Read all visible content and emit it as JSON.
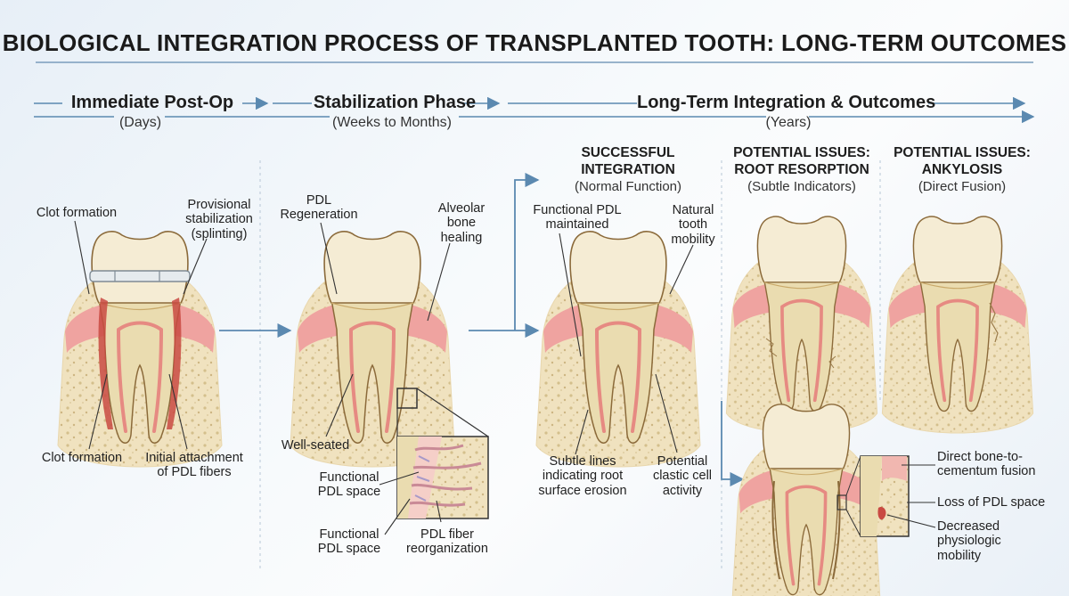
{
  "title": "BIOLOGICAL INTEGRATION PROCESS OF TRANSPLANTED TOOTH: LONG-TERM OUTCOMES",
  "phases": [
    {
      "name": "Immediate Post-Op",
      "duration": "(Days)"
    },
    {
      "name": "Stabilization Phase",
      "duration": "(Weeks to Months)"
    },
    {
      "name": "Long-Term Integration & Outcomes",
      "duration": "(Years)"
    }
  ],
  "outcomes": [
    {
      "heading": [
        "SUCCESSFUL",
        "INTEGRATION"
      ],
      "sub": "(Normal Function)"
    },
    {
      "heading": [
        "POTENTIAL ISSUES:",
        "ROOT RESORPTION"
      ],
      "sub": "(Subtle Indicators)"
    },
    {
      "heading": [
        "POTENTIAL ISSUES:",
        "ANKYLOSIS"
      ],
      "sub": "(Direct Fusion)"
    }
  ],
  "labels": {
    "clot_top": "Clot formation",
    "splint": [
      "Provisional",
      "stabilization",
      "(splinting)"
    ],
    "clot_bottom": "Clot formation",
    "initial_attach": [
      "Initial attachment",
      "of PDL fibers"
    ],
    "pdl_regen": [
      "PDL",
      "Regeneration"
    ],
    "alveolar": [
      "Alveolar",
      "bone",
      "healing"
    ],
    "well_seated": "Well-seated",
    "functional_pdl_1": [
      "Functional",
      "PDL space"
    ],
    "functional_pdl_2": [
      "Functional",
      "PDL space"
    ],
    "fiber_reorg": [
      "PDL fiber",
      "reorganization"
    ],
    "func_pdl_maint": [
      "Functional PDL",
      "maintained"
    ],
    "natural_mobility": [
      "Natural",
      "tooth",
      "mobility"
    ],
    "subtle_lines": [
      "Subtle lines",
      "indicating root",
      "surface erosion"
    ],
    "clastic": [
      "Potential",
      "clastic cell",
      "activity"
    ],
    "direct_fusion": [
      "Direct bone-to-",
      "cementum fusion"
    ],
    "loss_pdl": "Loss of PDL space",
    "decreased_mob": [
      "Decreased",
      "physiologic",
      "mobility"
    ]
  },
  "colors": {
    "enamel": "#f5ecd4",
    "dentin": "#eadcb0",
    "pulp": "#f2a8a0",
    "gum": "#efa3a0",
    "bone": "#f0e2bf",
    "clot": "#c94a42",
    "arrow": "#5b89b0",
    "text": "#222222"
  }
}
